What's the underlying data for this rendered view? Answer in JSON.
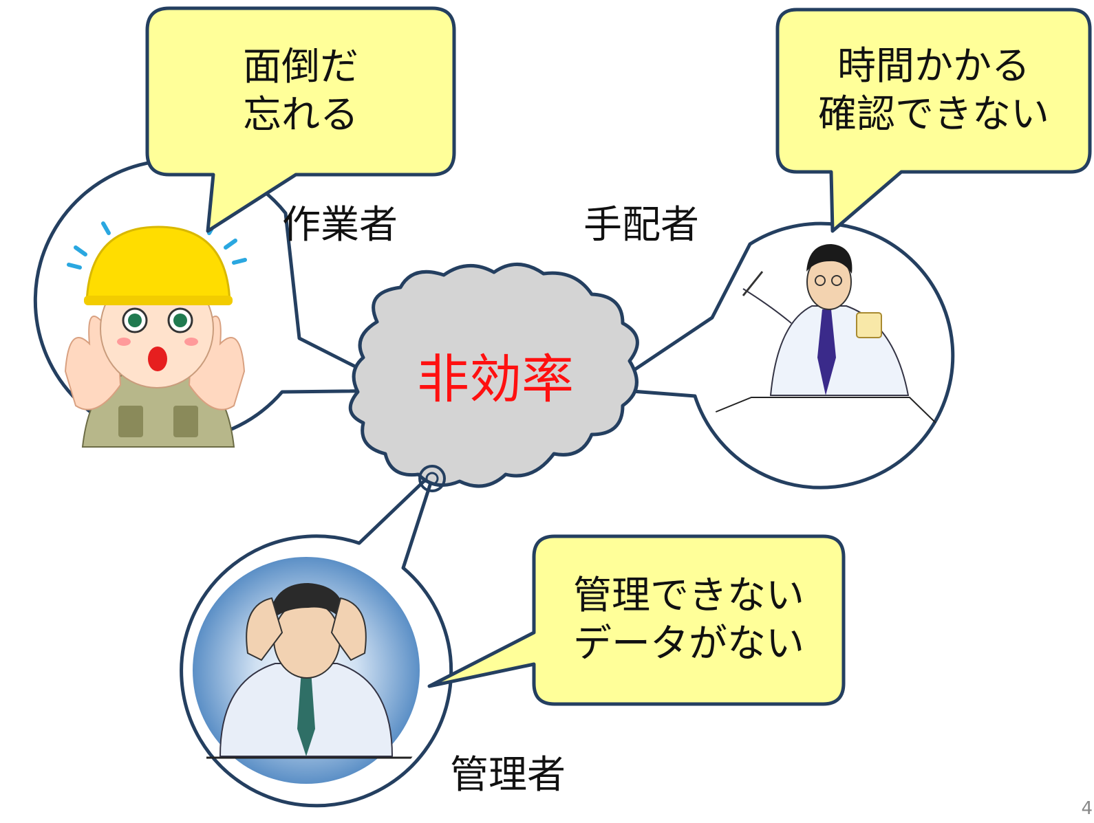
{
  "center": {
    "text": "非効率"
  },
  "roles": {
    "worker": "作業者",
    "arranger": "手配者",
    "manager": "管理者"
  },
  "bubbles": {
    "worker": [
      "面倒だ",
      "忘れる"
    ],
    "arranger": [
      "時間かかる",
      "確認できない"
    ],
    "manager": [
      "管理できない",
      "データがない"
    ]
  },
  "page_number": "4",
  "colors": {
    "bubble_fill": "#ffff99",
    "outline": "#243f60",
    "cloud_fill": "#d3d3d3",
    "center_text": "#ff0000",
    "manager_bg": "#5b8fc6",
    "helmet": "#ffdd00"
  }
}
